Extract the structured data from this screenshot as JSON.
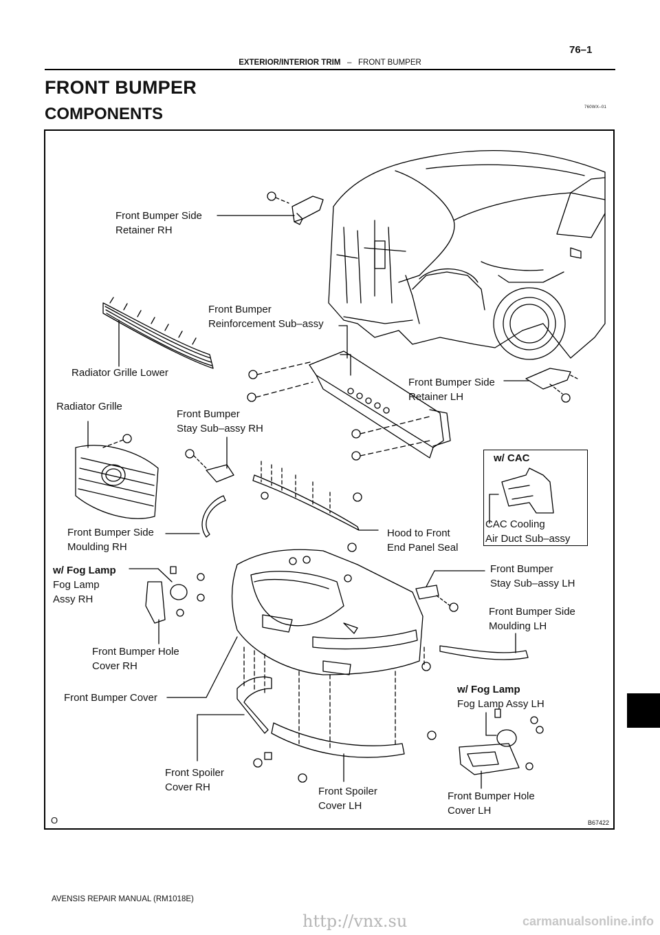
{
  "header": {
    "section": "EXTERIOR/INTERIOR TRIM",
    "separator": "–",
    "topic": "FRONT BUMPER",
    "page_number": "76–1"
  },
  "document": {
    "title": "FRONT BUMPER",
    "subtitle": "COMPONENTS",
    "doc_code": "760WX–01",
    "figure_id": "B67422",
    "corner_mark": "O"
  },
  "labels": {
    "side_retainer_rh": [
      "Front Bumper Side",
      "Retainer RH"
    ],
    "reinforcement": [
      "Front Bumper",
      "Reinforcement Sub–assy"
    ],
    "grille_lower": "Radiator Grille Lower",
    "side_retainer_lh": [
      "Front Bumper Side",
      "Retainer LH"
    ],
    "grille": "Radiator Grille",
    "stay_rh": [
      "Front Bumper",
      "Stay Sub–assy RH"
    ],
    "cac_header": "w/ CAC",
    "cac_duct": [
      "CAC Cooling",
      "Air Duct Sub–assy"
    ],
    "moulding_rh": [
      "Front Bumper Side",
      "Moulding RH"
    ],
    "hood_seal": [
      "Hood to Front",
      "End Panel Seal"
    ],
    "fog_rh_header": "w/ Fog Lamp",
    "fog_rh": [
      "Fog Lamp",
      "Assy RH"
    ],
    "stay_lh": [
      "Front Bumper",
      "Stay Sub–assy LH"
    ],
    "moulding_lh": [
      "Front Bumper Side",
      "Moulding LH"
    ],
    "hole_cover_rh": [
      "Front Bumper Hole",
      "Cover RH"
    ],
    "fog_lh_header": "w/ Fog Lamp",
    "fog_lh": "Fog Lamp Assy LH",
    "bumper_cover": "Front Bumper Cover",
    "spoiler_rh": [
      "Front Spoiler",
      "Cover RH"
    ],
    "spoiler_lh": [
      "Front Spoiler",
      "Cover LH"
    ],
    "hole_cover_lh": [
      "Front Bumper Hole",
      "Cover LH"
    ]
  },
  "footer": {
    "manual": "AVENSIS REPAIR MANUAL   (RM1018E)"
  },
  "watermarks": {
    "site1": "http://vnx.su",
    "site2": "carmanualsonline.info"
  }
}
